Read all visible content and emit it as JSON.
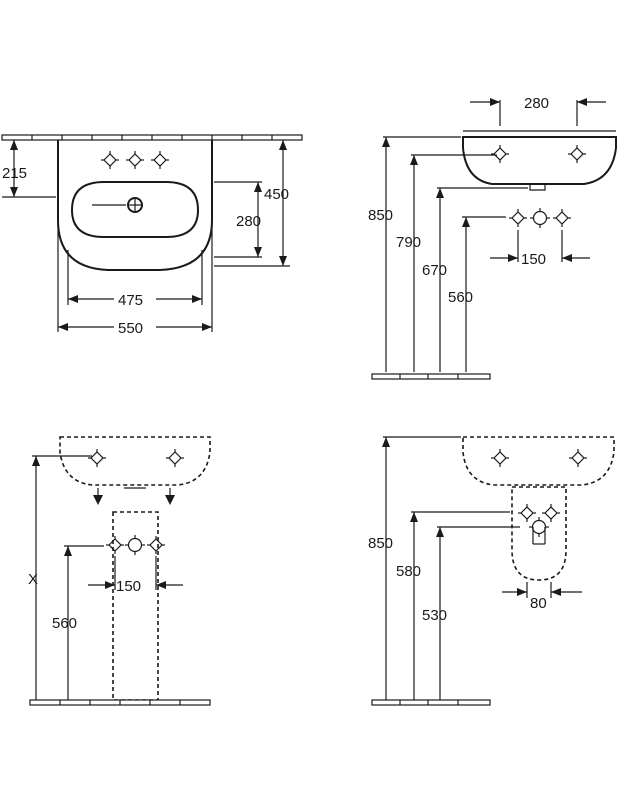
{
  "views": {
    "top": {
      "dim_215": "215",
      "dim_450": "450",
      "dim_280": "280",
      "dim_475": "475",
      "dim_550": "550"
    },
    "side": {
      "dim_280": "280",
      "dim_850": "850",
      "dim_790": "790",
      "dim_670": "670",
      "dim_560": "560",
      "dim_150": "150"
    },
    "pedestal": {
      "dim_x": "X",
      "dim_560": "560",
      "dim_150": "150"
    },
    "semi_pedestal": {
      "dim_850": "850",
      "dim_580": "580",
      "dim_530": "530",
      "dim_80": "80"
    }
  },
  "colors": {
    "line": "#1a1a1a",
    "background": "#ffffff"
  }
}
